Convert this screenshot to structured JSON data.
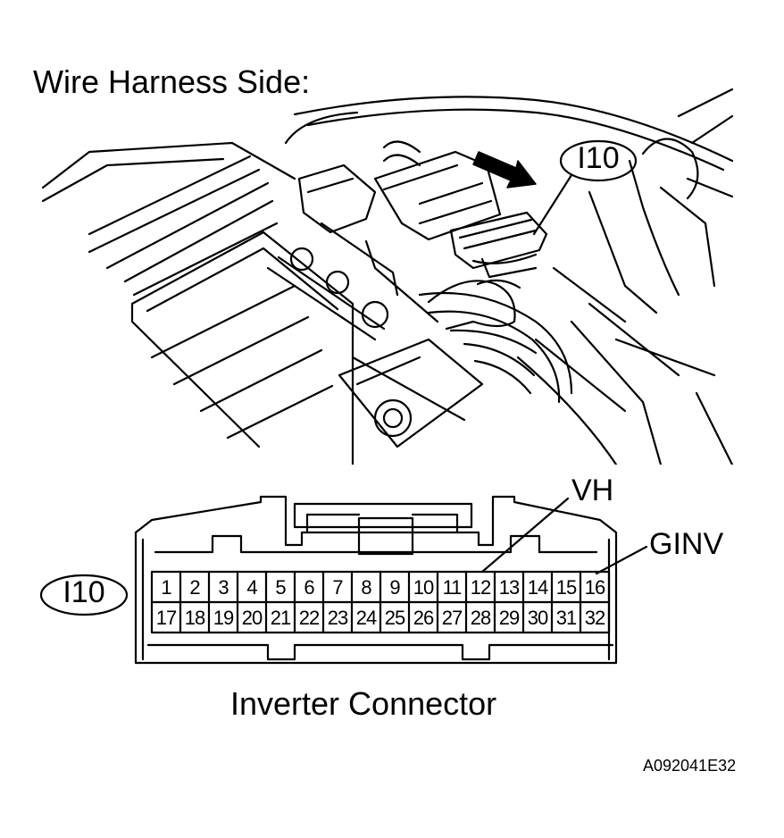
{
  "title": "Wire Harness Side:",
  "connector": {
    "callout": "I10",
    "callout_left": "I10",
    "caption": "Inverter Connector",
    "pins_top": [
      "1",
      "2",
      "3",
      "4",
      "5",
      "6",
      "7",
      "8",
      "9",
      "10",
      "11",
      "12",
      "13",
      "14",
      "15",
      "16"
    ],
    "pins_bottom": [
      "17",
      "18",
      "19",
      "20",
      "21",
      "22",
      "23",
      "24",
      "25",
      "26",
      "27",
      "28",
      "29",
      "30",
      "31",
      "32"
    ],
    "labels": {
      "vh": "VH",
      "ginv": "GINV"
    }
  },
  "figure_code": "A092041E32"
}
